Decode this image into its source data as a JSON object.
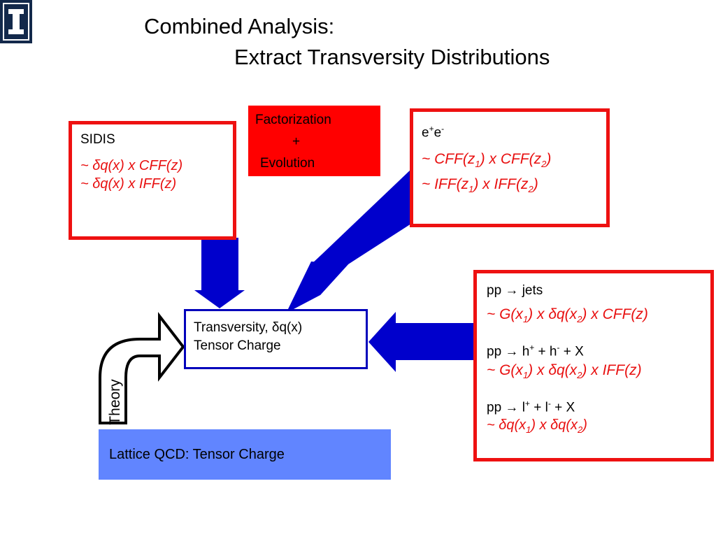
{
  "slide": {
    "title_line1": "Combined Analysis:",
    "title_line2": "Extract Transversity Distributions"
  },
  "logo": {
    "glyph": "I",
    "color": "#13294b"
  },
  "sidis": {
    "heading": "SIDIS",
    "line1": "~ δq(x) x CFF(z)",
    "line2": "~ δq(x) x IFF(z)"
  },
  "factorization": {
    "line1": "Factorization",
    "line2": "+",
    "line3": "Evolution"
  },
  "ee": {
    "heading_e": "e",
    "heading_plus": "+",
    "heading_e2": "e",
    "heading_minus": "-",
    "line1": {
      "a": "~ CFF(z",
      "s1": "1",
      "b": ") x CFF(z",
      "s2": "2",
      "c": ")"
    },
    "line2": {
      "a": "~ IFF(z",
      "s1": "1",
      "b": ") x IFF(z",
      "s2": "2",
      "c": ")"
    }
  },
  "pp": {
    "item1_head": "pp → jets",
    "item1_formula": {
      "a": "~ G(x",
      "s1": "1",
      "b": ") x δq(x",
      "s2": "2",
      "c": ") x CFF(z)"
    },
    "item2_head": {
      "a": "pp → h",
      "sup1": "+",
      "b": " + h",
      "sup2": "-",
      "c": " + X"
    },
    "item2_formula": {
      "a": "~ G(x",
      "s1": "1",
      "b": ") x δq(x",
      "s2": "2",
      "c": ") x IFF(z)"
    },
    "item3_head": {
      "a": "pp → l",
      "sup1": "+",
      "b": " + l",
      "sup2": "-",
      "c": " + X"
    },
    "item3_formula": {
      "a": "~ δq(x",
      "s1": "1",
      "b": ")  x  δq(x",
      "s2": "2",
      "c": ")"
    }
  },
  "transversity": {
    "line1": "Transversity, δq(x)",
    "line2": "Tensor Charge"
  },
  "theory": {
    "label": "Theory"
  },
  "lattice": {
    "label": "Lattice QCD: Tensor Charge"
  },
  "colors": {
    "red_border": "#ee1111",
    "red_fill": "#ff0000",
    "arrow_blue": "#0000cc",
    "lattice_blue": "#6185ff",
    "formula_red": "#e81010"
  }
}
